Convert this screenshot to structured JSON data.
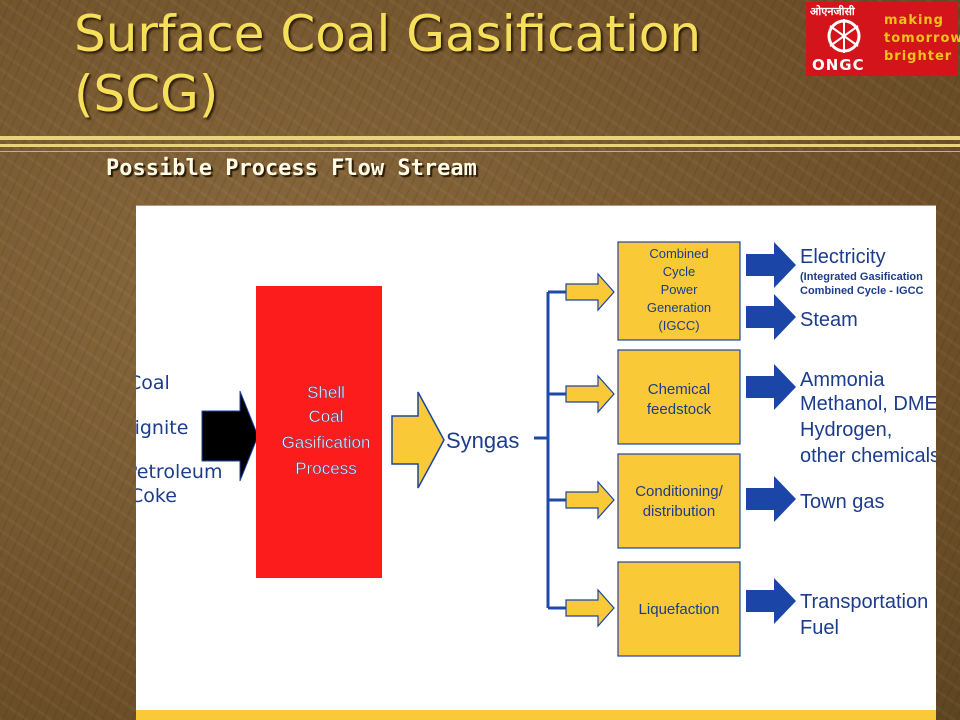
{
  "slide": {
    "title": "Surface Coal Gasification (SCG)",
    "subtitle": "Possible Process Flow Stream"
  },
  "logo": {
    "hindi_text": "ओएनजीसी",
    "brand": "ONGC",
    "tagline": [
      "making",
      "tomorrow",
      "brighter"
    ]
  },
  "diagram": {
    "feedstocks": [
      "Coal",
      "Lignite",
      "Petroleum",
      "Coke"
    ],
    "process": [
      "Shell",
      "Coal",
      "Gasification",
      "Process"
    ],
    "syngas": "Syngas",
    "stages": [
      {
        "label": [
          "Combined",
          "Cycle",
          "Power",
          "Generation",
          "(IGCC)"
        ]
      },
      {
        "label": [
          "Chemical",
          "feedstock"
        ]
      },
      {
        "label": [
          "Conditioning/",
          "distribution"
        ]
      },
      {
        "label": [
          "Liquefaction"
        ]
      }
    ],
    "products": [
      {
        "lines": [
          "Electricity",
          "(Integrated Gasification",
          "Combined Cycle - IGCC"
        ]
      },
      {
        "lines": [
          "Steam"
        ]
      },
      {
        "lines": [
          "Ammonia",
          "Methanol, DME",
          "Hydrogen,",
          "other chemicals"
        ]
      },
      {
        "lines": [
          "Town gas"
        ]
      },
      {
        "lines": [
          "Transportation",
          "Fuel"
        ]
      }
    ],
    "colors": {
      "process_red": "#fd1c1c",
      "stage_yellow": "#f9c937",
      "arrow_blue": "#1b45a6",
      "line_blue": "#1d4aa8",
      "text_blue": "#1c3c8c"
    }
  }
}
